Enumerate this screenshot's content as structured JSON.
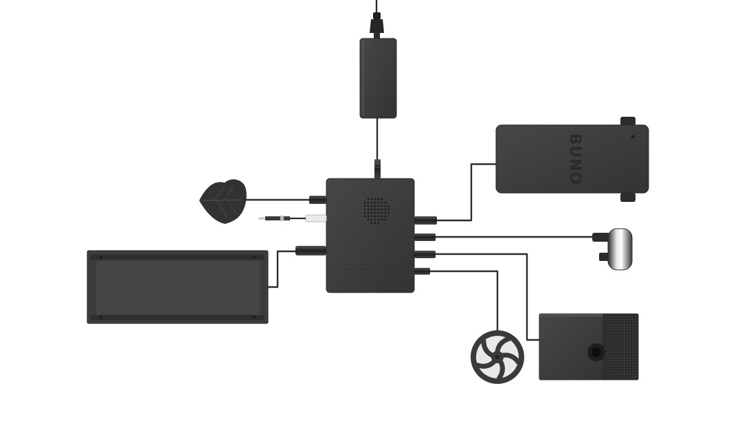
{
  "diagram": {
    "hub": {
      "icon": "control-hub-icon"
    },
    "devices": [
      {
        "name": "power-adapter",
        "icon": "power-adapter-icon"
      },
      {
        "name": "air-pump",
        "icon": "air-pump-icon",
        "logo_text": "BUNO"
      },
      {
        "name": "leaf-sensor",
        "icon": "leaf-sensor-icon"
      },
      {
        "name": "probe",
        "icon": "probe-icon"
      },
      {
        "name": "led-light-panel",
        "icon": "led-panel-icon"
      },
      {
        "name": "round-connector",
        "icon": "round-connector-icon"
      },
      {
        "name": "fan-wheel",
        "icon": "fan-wheel-icon"
      },
      {
        "name": "filter-pump",
        "icon": "filter-pump-icon"
      }
    ],
    "colors": {
      "device_body": "#3a3a3a",
      "device_dark": "#2a2a2a",
      "cable": "#2b2b2b",
      "background": "#ffffff"
    }
  }
}
